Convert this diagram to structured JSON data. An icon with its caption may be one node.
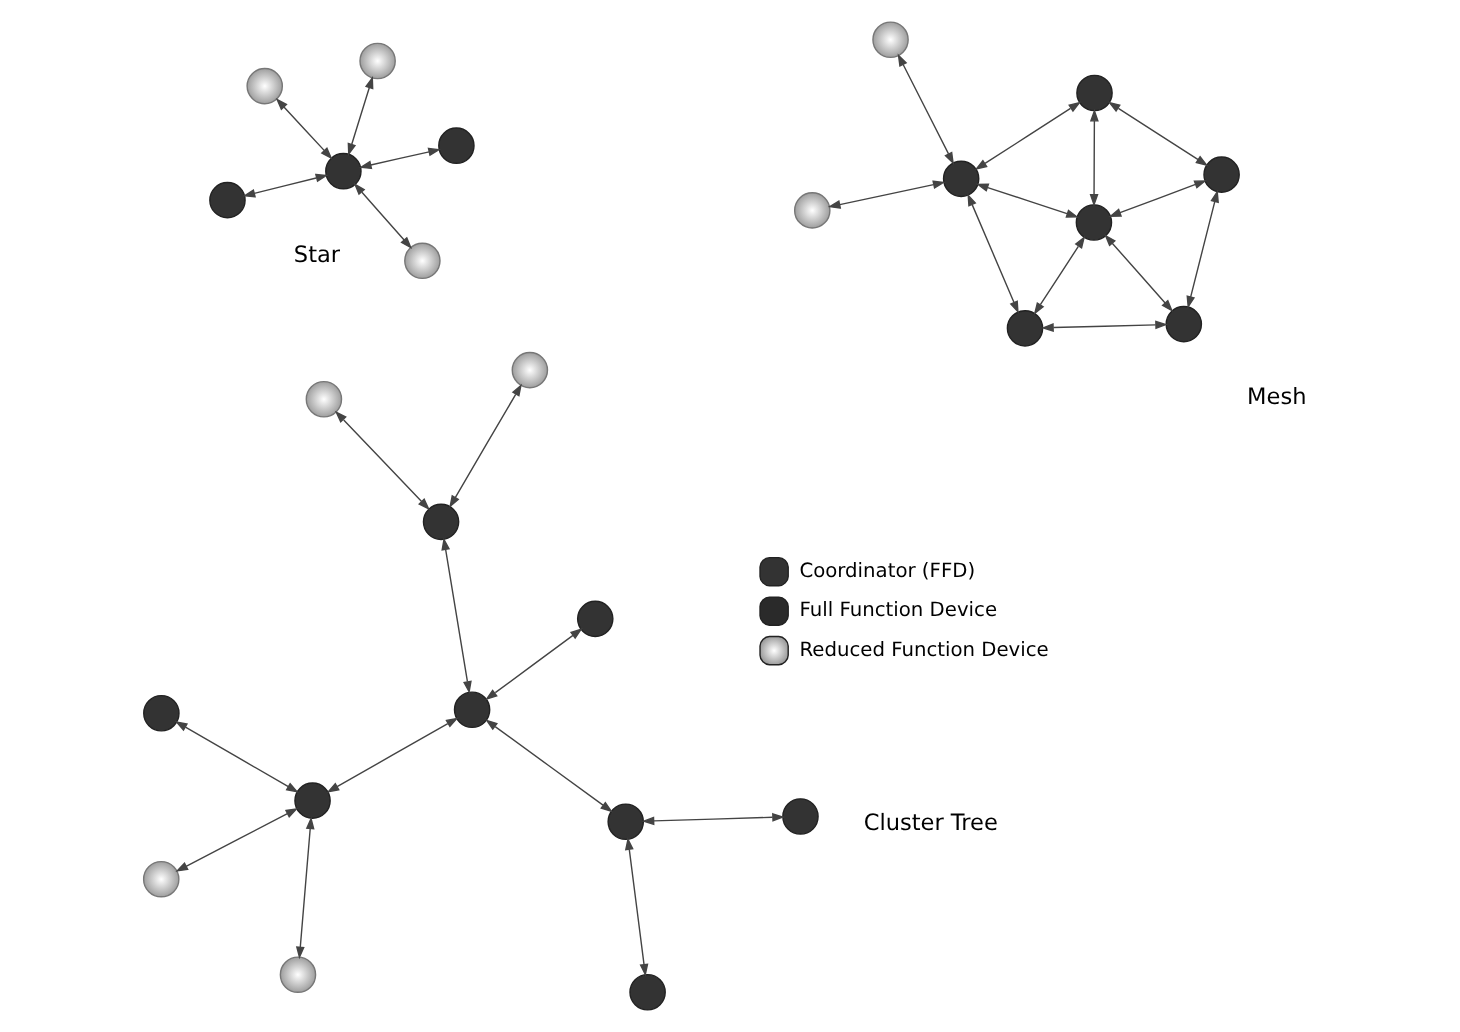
{
  "diagram": {
    "nodes": [
      {
        "text": [],
        "shape": "circle"
      },
      {
        "text": [],
        "shape": "circle"
      },
      {
        "text": [],
        "shape": "circle"
      },
      {
        "text": [],
        "shape": "circle"
      },
      {
        "text": [],
        "shape": "circle"
      },
      {
        "text": [],
        "shape": "circle"
      },
      {
        "text": [],
        "shape": "circle"
      },
      {
        "text": [],
        "shape": "circle"
      },
      {
        "text": [],
        "shape": "circle"
      },
      {
        "text": [],
        "shape": "circle"
      },
      {
        "text": [],
        "shape": "circle"
      },
      {
        "text": [],
        "shape": "circle"
      },
      {
        "text": [],
        "shape": "circle"
      },
      {
        "text": [],
        "shape": "circle"
      },
      {
        "text": [],
        "shape": "circle"
      },
      {
        "text": [],
        "shape": "circle"
      },
      {
        "text": [],
        "shape": "circle"
      },
      {
        "text": [],
        "shape": "circle"
      },
      {
        "text": [],
        "shape": "circle"
      },
      {
        "text": [],
        "shape": "circle"
      },
      {
        "text": [],
        "shape": "circle"
      },
      {
        "text": [],
        "shape": "circle"
      },
      {
        "text": [],
        "shape": "circle"
      },
      {
        "text": [],
        "shape": "circle"
      },
      {
        "text": [],
        "shape": "circle"
      },
      {
        "text": [],
        "shape": "circle"
      }
    ],
    "edges": [
      {
        "from": 2,
        "to": 0,
        "arrow": "both"
      },
      {
        "from": 2,
        "to": 1,
        "arrow": "both"
      },
      {
        "from": 2,
        "to": 3,
        "arrow": "both"
      },
      {
        "from": 2,
        "to": 4,
        "arrow": "both"
      },
      {
        "from": 2,
        "to": 5,
        "arrow": "both"
      },
      {
        "from": 9,
        "to": 6,
        "arrow": "both"
      },
      {
        "from": 9,
        "to": 7,
        "arrow": "both"
      },
      {
        "from": 9,
        "to": 8,
        "arrow": "both"
      },
      {
        "from": 9,
        "to": 12,
        "arrow": "both"
      },
      {
        "from": 12,
        "to": 10,
        "arrow": "both"
      },
      {
        "from": 12,
        "to": 14,
        "arrow": "both"
      },
      {
        "from": 12,
        "to": 15,
        "arrow": "both"
      },
      {
        "from": 14,
        "to": 13,
        "arrow": "both"
      },
      {
        "from": 14,
        "to": 16,
        "arrow": "both"
      },
      {
        "from": 15,
        "to": 11,
        "arrow": "both"
      },
      {
        "from": 15,
        "to": 17,
        "arrow": "both"
      },
      {
        "from": 19,
        "to": 20,
        "arrow": "both"
      },
      {
        "from": 19,
        "to": 18,
        "arrow": "both"
      },
      {
        "from": 19,
        "to": 21,
        "arrow": "both"
      },
      {
        "from": 19,
        "to": 23,
        "arrow": "both"
      },
      {
        "from": 19,
        "to": 24,
        "arrow": "both"
      },
      {
        "from": 20,
        "to": 22,
        "arrow": "both"
      },
      {
        "from": 20,
        "to": 23,
        "arrow": "both"
      },
      {
        "from": 22,
        "to": 23,
        "arrow": "both"
      },
      {
        "from": 22,
        "to": 25,
        "arrow": "both"
      },
      {
        "from": 23,
        "to": 25,
        "arrow": "both"
      },
      {
        "from": 23,
        "to": 24,
        "arrow": "both"
      },
      {
        "from": 24,
        "to": 25,
        "arrow": "both"
      }
    ],
    "labels": [
      "Star",
      "Cluster Tree",
      "Mesh"
    ],
    "legend": [
      {
        "text": "Coordinator (FFD)"
      },
      {
        "text": "Full Function Device"
      },
      {
        "text": "Reduced Function Device"
      }
    ]
  }
}
